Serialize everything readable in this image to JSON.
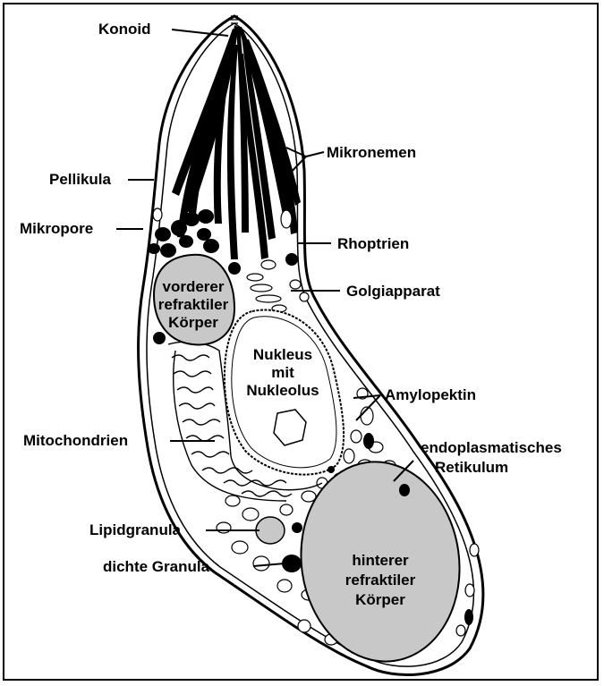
{
  "diagram": {
    "labels": {
      "konoid": "Konoid",
      "mikronemen": "Mikronemen",
      "pellikula": "Pellikula",
      "mikropore": "Mikropore",
      "rhoptrien": "Rhoptrien",
      "golgiapparat": "Golgiapparat",
      "vorderer_line1": "vorderer",
      "vorderer_line2": "refraktiler",
      "vorderer_line3": "Körper",
      "nukleus_line1": "Nukleus",
      "nukleus_line2": "mit",
      "nukleus_line3": "Nukleolus",
      "amylopektin": "Amylopektin",
      "mitochondrien": "Mitochondrien",
      "er_line1": "endoplasmatisches",
      "er_line2": "Retikulum",
      "lipidgranula": "Lipidgranula",
      "dichte_granula": "dichte Granula",
      "hinterer_line1": "hinterer",
      "hinterer_line2": "refraktiler",
      "hinterer_line3": "Körper"
    },
    "colors": {
      "refractile_body": "#c8c8c8",
      "outline": "#000000",
      "background": "#ffffff"
    }
  }
}
